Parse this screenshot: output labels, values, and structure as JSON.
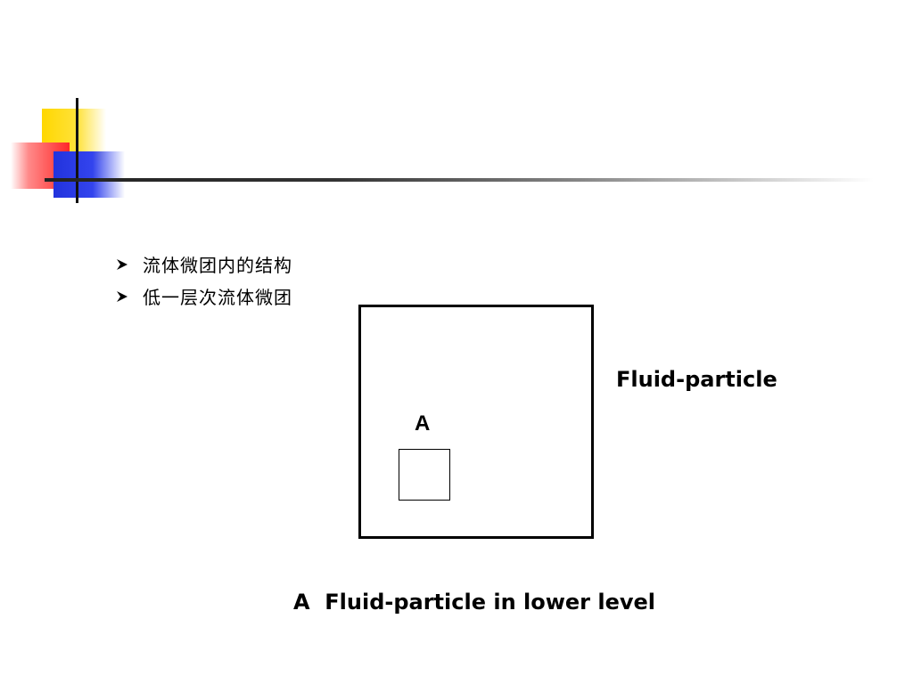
{
  "bullets": [
    {
      "text": "流体微团内的结构",
      "icon": "arrow-bullet-icon"
    },
    {
      "text": "低一层次流体微团",
      "icon": "arrow-bullet-icon"
    }
  ],
  "diagram": {
    "inner_label": "A",
    "outer_label": "Fluid-particle"
  },
  "caption": "A  Fluid-particle in lower level",
  "colors": {
    "yellow": "#ffd700",
    "red": "#ff2828",
    "blue": "#2233dd",
    "line": "#222222"
  }
}
